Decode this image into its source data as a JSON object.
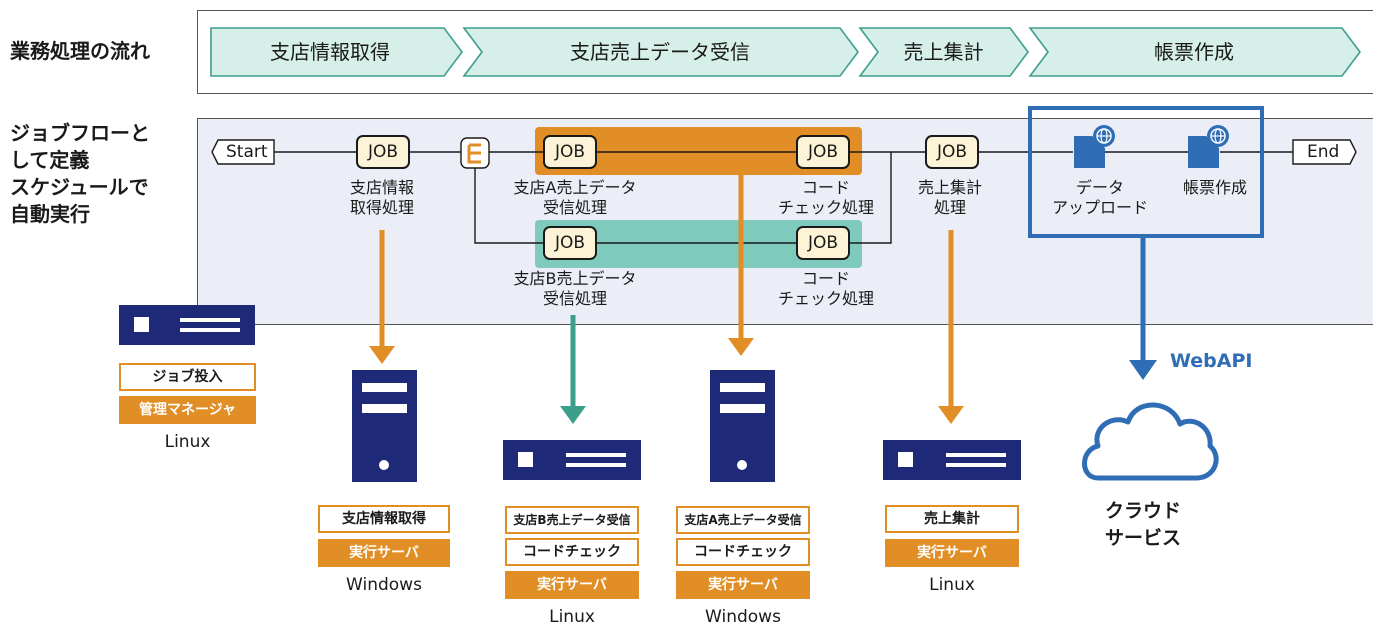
{
  "colors": {
    "orange": "#e08e25",
    "teal": "#7ecbbd",
    "teal_dark": "#3d9e8c",
    "blue": "#2f6db5",
    "navy": "#1e2a78",
    "flow_bg": "#eceef7"
  },
  "row_labels": {
    "business_flow": "業務処理の流れ",
    "jobflow_lines": [
      "ジョブフローと",
      "して定義",
      "スケジュールで",
      "自動実行"
    ]
  },
  "process_steps": [
    "支店情報取得",
    "支店売上データ受信",
    "売上集計",
    "帳票作成"
  ],
  "jobflow": {
    "start": "Start",
    "end": "End",
    "job_label": "JOB",
    "job_branch_info": [
      "支店情報",
      "取得処理"
    ],
    "job_a_recv": [
      "支店A売上データ",
      "受信処理"
    ],
    "job_a_check": [
      "コード",
      "チェック処理"
    ],
    "job_b_recv": [
      "支店B売上データ",
      "受信処理"
    ],
    "job_b_check": [
      "コード",
      "チェック処理"
    ],
    "job_aggregate": [
      "売上集計",
      "処理"
    ],
    "cloud_upload": [
      "データ",
      "アップロード"
    ],
    "cloud_report": [
      "帳票作成"
    ]
  },
  "manager": {
    "tags": [
      "ジョブ投入",
      "管理マネージャ"
    ],
    "os": "Linux"
  },
  "servers": [
    {
      "tags": [
        "支店情報取得"
      ],
      "role": "実行サーバ",
      "os": "Windows"
    },
    {
      "tags": [
        "支店B売上データ受信",
        "コードチェック"
      ],
      "role": "実行サーバ",
      "os": "Linux"
    },
    {
      "tags": [
        "支店A売上データ受信",
        "コードチェック"
      ],
      "role": "実行サーバ",
      "os": "Windows"
    },
    {
      "tags": [
        "売上集計"
      ],
      "role": "実行サーバ",
      "os": "Linux"
    }
  ],
  "webapi": "WebAPI",
  "cloud": [
    "クラウド",
    "サービス"
  ]
}
